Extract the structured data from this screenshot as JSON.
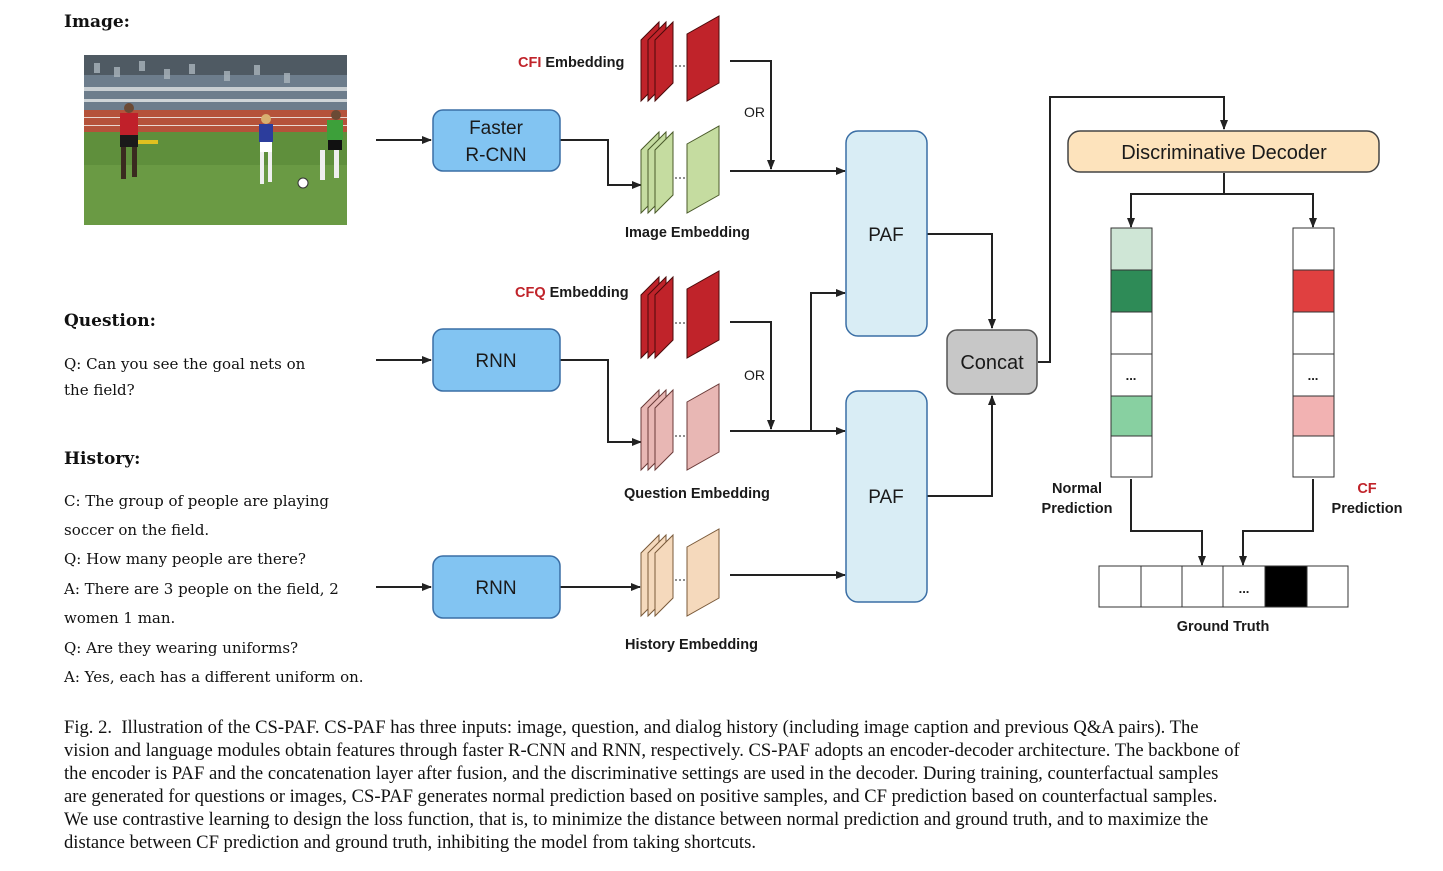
{
  "inputs": {
    "image_heading": "Image:",
    "question_heading": "Question:",
    "question_lines": [
      "Q: Can you see the goal nets on",
      "the field?"
    ],
    "history_heading": "History:",
    "history_lines": [
      "C: The group of people are playing",
      "soccer on the field.",
      "Q: How many people are there?",
      "A: There are 3 people on the field, 2",
      "women 1 man.",
      "Q: Are they wearing uniforms?",
      "A: Yes, each has a different uniform on."
    ]
  },
  "encoders": {
    "image": [
      "Faster",
      "R-CNN"
    ],
    "question": "RNN",
    "history": "RNN"
  },
  "embeddings": {
    "cfi_prefix": "CFI",
    "cfi_suffix": " Embedding",
    "image": "Image Embedding",
    "cfq_prefix": "CFQ",
    "cfq_suffix": " Embedding",
    "question": "Question Embedding",
    "history": "History Embedding",
    "or_label": "OR"
  },
  "fusion": {
    "paf_top": "PAF",
    "paf_bottom": "PAF",
    "concat": "Concat"
  },
  "decoder": {
    "title": "Discriminative Decoder",
    "ellipsis": "...",
    "normal_label": [
      "Normal",
      "Prediction"
    ],
    "cf_label_prefix": "CF",
    "cf_label_suffix": "Prediction",
    "ground_truth": "Ground Truth"
  },
  "colors": {
    "blue_box": "#82c4f2",
    "blue_border": "#3a6ea5",
    "paf_fill": "#d9edf5",
    "concat_fill": "#c7c7c7",
    "decoder_fill": "#fde3bc",
    "cf_red": "#c0232a",
    "image_green": "#c5dca0",
    "question_pink": "#e8b7b4",
    "history_peach": "#f5d9bc",
    "normal_cells": [
      "#cfe6d6",
      "#2e8b57",
      "#ffffff",
      "#ffffff",
      "#88d0a1",
      "#ffffff"
    ],
    "cf_cells": [
      "#ffffff",
      "#e04040",
      "#ffffff",
      "#ffffff",
      "#f2b2b2",
      "#ffffff"
    ],
    "gt_black": "#000000"
  },
  "caption": {
    "lines": [
      "Fig. 2.  Illustration of the CS-PAF. CS-PAF has three inputs: image, question, and dialog history (including image caption and previous Q&A pairs). The",
      "vision and language modules obtain features through faster R-CNN and RNN, respectively. CS-PAF adopts an encoder-decoder architecture. The backbone of",
      "the encoder is PAF and the concatenation layer after fusion, and the discriminative settings are used in the decoder. During training, counterfactual samples",
      "are generated for questions or images, CS-PAF generates normal prediction based on positive samples, and CF prediction based on counterfactual samples.",
      "We use contrastive learning to design the loss function, that is, to minimize the distance between normal prediction and ground truth, and to maximize the",
      "distance between CF prediction and ground truth, inhibiting the model from taking shortcuts."
    ]
  }
}
